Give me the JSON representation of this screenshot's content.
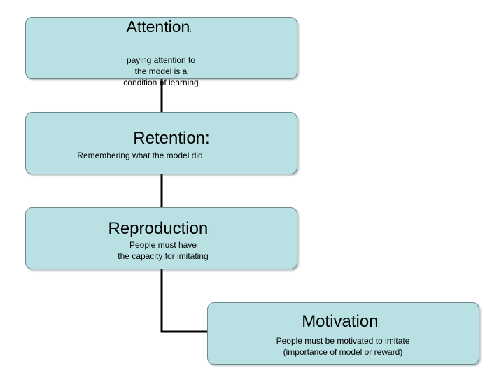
{
  "steps": [
    {
      "title": "Attention",
      "colon": ":",
      "description_lines": [
        "paying attention to",
        "the model is a",
        "condition of learning"
      ]
    },
    {
      "title": "Retention",
      "colon": ":",
      "description_lines": [
        "Remembering what the model did"
      ]
    },
    {
      "title": "Reproduction",
      "colon": ":",
      "description_lines": [
        "People must have",
        "the capacity for imitating"
      ]
    },
    {
      "title": "Motivation",
      "colon": ":",
      "description_lines": [
        "People must be motivated to imitate",
        "(importance of model or reward)"
      ]
    }
  ],
  "colors": {
    "box_fill": "#b9e0e3",
    "box_border": "#6f8a8c",
    "connector": "#000000"
  }
}
